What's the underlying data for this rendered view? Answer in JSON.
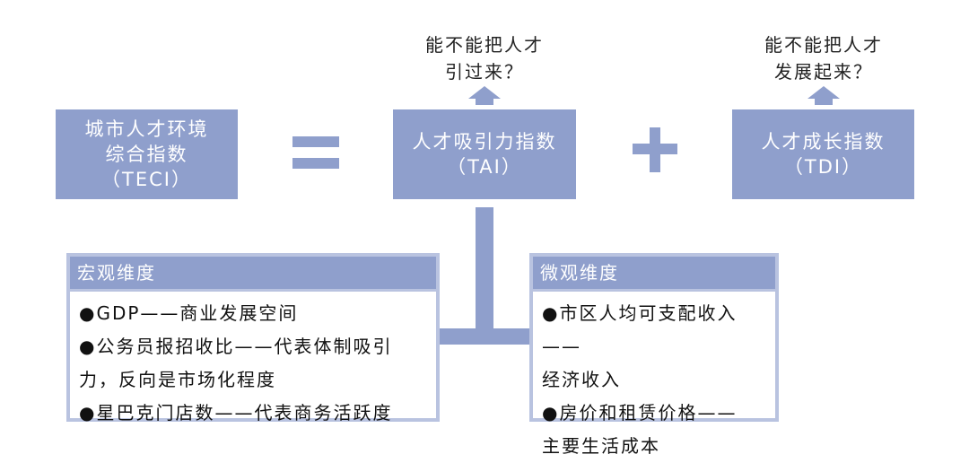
{
  "left_box": {
    "lines": [
      "城市人才环境",
      "综合指数",
      "（TECI）"
    ]
  },
  "middle_box": {
    "lines": [
      "人才吸引力指数",
      "（TAI）"
    ]
  },
  "right_box": {
    "lines": [
      "人才成长指数",
      "（TDI）"
    ]
  },
  "question_tai": {
    "lines": [
      "能不能把人才",
      "引过来？"
    ]
  },
  "question_tdi": {
    "lines": [
      "能不能把人才",
      "发展起来？"
    ]
  },
  "macro_panel": {
    "title": "宏观维度",
    "items": [
      "●GDP——商业发展空间",
      "●公务员报招收比——代表体制吸引",
      "力，反向是市场化程度",
      "●星巴克门店数——代表商务活跃度"
    ]
  },
  "micro_panel": {
    "title": "微观维度",
    "items": [
      "●市区人均可支配收入——",
      "经济收入",
      "●房价和租赁价格——",
      "主要生活成本"
    ]
  },
  "colors": {
    "box_fill": "#8f9fcc",
    "panel_border": "#b9c3e0",
    "text_dark": "#111111",
    "text_light": "#ffffff"
  }
}
